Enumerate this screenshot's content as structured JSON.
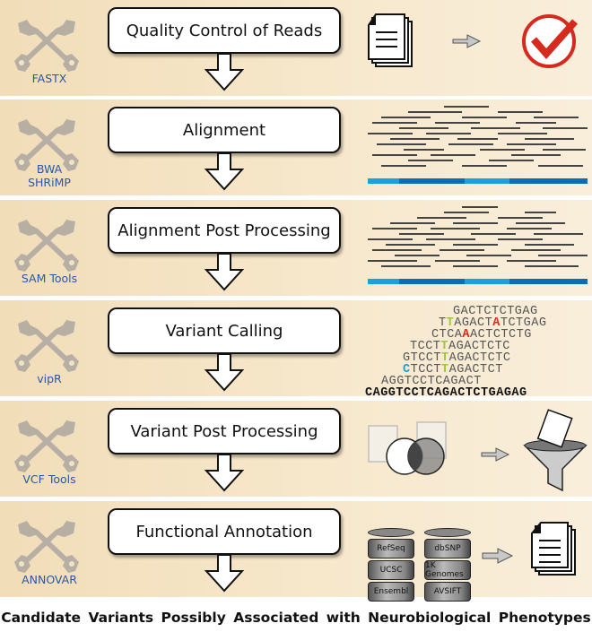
{
  "steps": [
    {
      "title": "Quality Control of Reads",
      "tools": [
        "FASTX"
      ]
    },
    {
      "title": "Alignment",
      "tools": [
        "BWA",
        "SHRiMP"
      ]
    },
    {
      "title": "Alignment Post Processing",
      "tools": [
        "SAM Tools"
      ]
    },
    {
      "title": "Variant Calling",
      "tools": [
        "vipR"
      ]
    },
    {
      "title": "Variant Post Processing",
      "tools": [
        "VCF Tools"
      ]
    },
    {
      "title": "Functional Annotation",
      "tools": [
        "ANNOVAR"
      ]
    }
  ],
  "variant_reads": [
    "GACTCTCTGAG",
    "TTAGACTATCTGAG",
    "CTCAAACTCTCTG",
    "TCCTTAGACTCTC",
    "GTCCTTAGACTCTC",
    "CTCCTTAGACTCT",
    "AGGTCCTCAGACT"
  ],
  "reference": "CAGGTCCTCAGACTCTGAGAG",
  "databases": {
    "left": [
      "RefSeq",
      "UCSC",
      "Ensembl"
    ],
    "right": [
      "dbSNP",
      "1K Genomes",
      "AVSIFT"
    ]
  },
  "result": "Candidate Variants Possibly Associated with Neurobiological Phenotypes",
  "colors": {
    "tool_text": "#2a57a8",
    "check": "#d62a1e",
    "blue_light": "#1aa0dc",
    "blue_dark": "#0b6db3",
    "mut_red": "#e0261b",
    "mut_green": "#9cc63b",
    "mut_blue": "#1aa0dc"
  }
}
